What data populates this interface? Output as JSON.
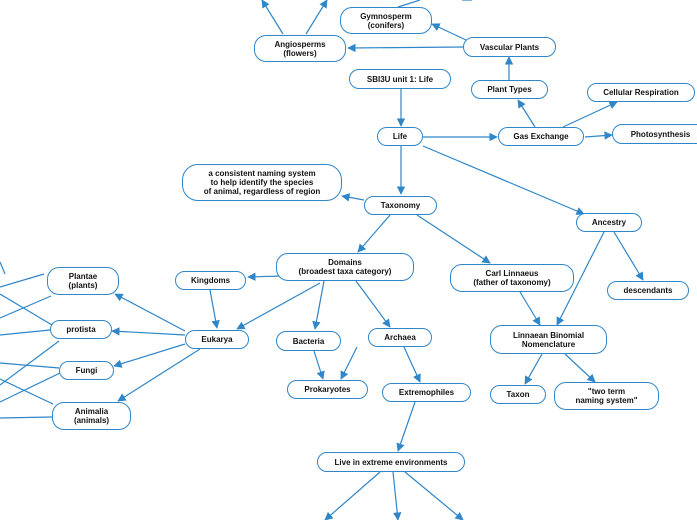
{
  "colors": {
    "connector": "#2f86c9",
    "node_border": "#2f86c9",
    "text": "#111111"
  },
  "nodes": {
    "gymnosperm": "Gymnosperm\n(conifers)",
    "angiosperms": "Angiosperms\n(flowers)",
    "vascular": "Vascular Plants",
    "sbi3u": "SBI3U unit 1: Life",
    "plant_types": "Plant Types",
    "cellular_resp": "Cellular Respiration",
    "photosynthesis": "Photosynthesis",
    "gas_exchange": "Gas Exchange",
    "life": "Life",
    "naming": "a consistent naming system\nto help identify the species\nof animal, regardless of region",
    "taxonomy": "Taxonomy",
    "ancestry": "Ancestry",
    "domains": "Domains\n(broadest taxa category)",
    "kingdoms": "Kingdoms",
    "plantae": "Plantae\n(plants)",
    "linnaeus": "Carl Linnaeus\n(father of taxonomy)",
    "descendants": "descendants",
    "protista": "protista",
    "eukarya": "Eukarya",
    "bacteria": "Bacteria",
    "archaea": "Archaea",
    "binomial": "Linnaean Binomial\nNomenclature",
    "fungi": "Fungi",
    "prokaryotes": "Prokaryotes",
    "extremophiles": "Extremophiles",
    "taxon": "Taxon",
    "two_term": "\"two term\nnaming system\"",
    "animalia": "Animalia\n(animals)",
    "live_extreme": "Live in extreme environments"
  }
}
